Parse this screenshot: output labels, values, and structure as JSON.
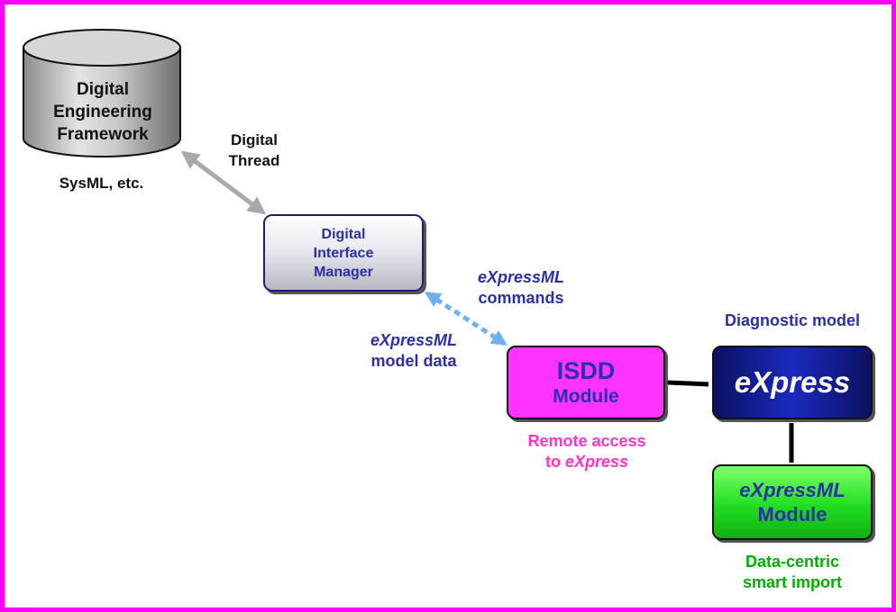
{
  "framework": {
    "lines": [
      "Digital",
      "Engineering",
      "Framework"
    ],
    "caption": "SysML, etc."
  },
  "digital_thread": {
    "lines": [
      "Digital",
      "Thread"
    ]
  },
  "interface_manager": {
    "lines": [
      "Digital",
      "Interface",
      "Manager"
    ]
  },
  "commands": {
    "italic": "eXpressML",
    "text": "commands"
  },
  "model_data": {
    "italic": "eXpressML",
    "text": "model data"
  },
  "isdd": {
    "line1": "ISDD",
    "line2": "Module",
    "caption_line1": "Remote access",
    "caption_to": "to",
    "caption_italic": "eXpress"
  },
  "diagnostic": {
    "caption": "Diagnostic model",
    "title": "eXpress"
  },
  "expressml_module": {
    "line1": "eXpressML",
    "line2": "Module",
    "caption_lines": [
      "Data-centric",
      "smart import"
    ]
  },
  "colors": {
    "frame": "#ff00ff",
    "label_blue": "#2b30a8",
    "isdd_fill": "#ff33ff",
    "isdd_caption": "#ff33cc",
    "express_fill": "#1b2abf",
    "module_fill": "#22dd22",
    "module_caption": "#00b000",
    "thread_arrow": "#a9a9a9",
    "command_arrow": "#6fb0f0"
  }
}
